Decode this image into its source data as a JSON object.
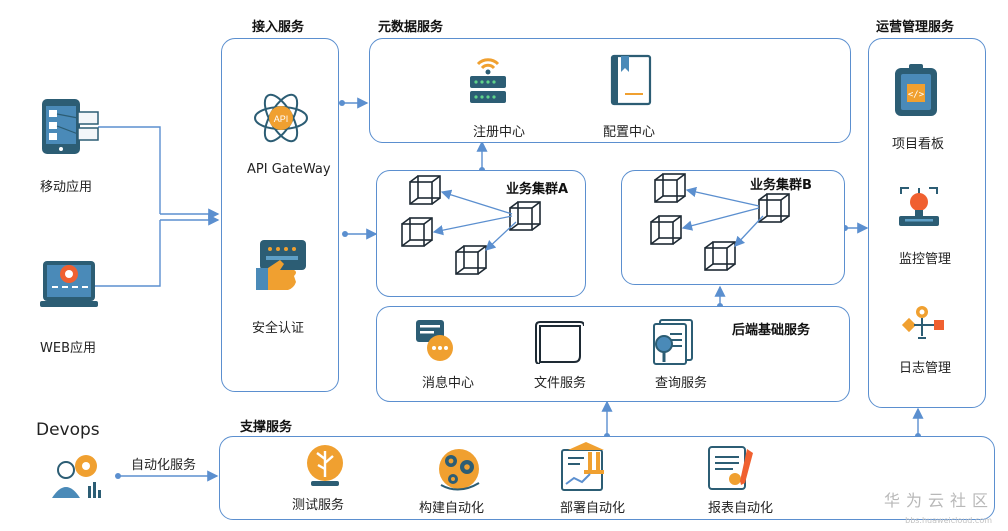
{
  "clients": {
    "mobile": "移动应用",
    "web": "WEB应用",
    "devops": "Devops",
    "automation": "自动化服务"
  },
  "access": {
    "title": "接入服务",
    "gateway": "API GateWay",
    "auth": "安全认证"
  },
  "metadata": {
    "title": "元数据服务",
    "registry": "注册中心",
    "config": "配置中心"
  },
  "clusterA": {
    "title": "业务集群A"
  },
  "clusterB": {
    "title": "业务集群B"
  },
  "backend": {
    "title": "后端基础服务",
    "message": "消息中心",
    "file": "文件服务",
    "query": "查询服务"
  },
  "ops": {
    "title": "运营管理服务",
    "board": "项目看板",
    "monitor": "监控管理",
    "log": "日志管理"
  },
  "support": {
    "title": "支撑服务",
    "test": "测试服务",
    "build": "构建自动化",
    "deploy": "部署自动化",
    "report": "报表自动化"
  },
  "watermark": {
    "brand": "华为云社区",
    "url": "bbs.huaweicloud.com"
  },
  "colors": {
    "border": "#5b8fcf",
    "accent_orange": "#f0a030",
    "dark_teal": "#2c5d74"
  }
}
